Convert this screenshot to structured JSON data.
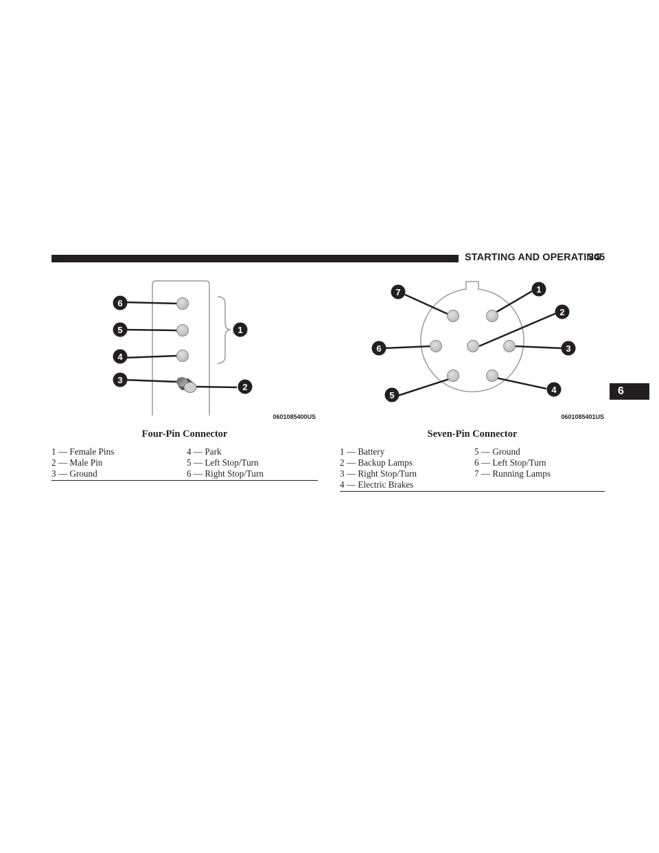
{
  "header": {
    "section_title": "STARTING AND OPERATING",
    "page_number": "345"
  },
  "chapter_tab": "6",
  "figures": {
    "four_pin": {
      "callouts": [
        "6",
        "5",
        "4",
        "3",
        "2",
        "1"
      ],
      "figure_code": "0601085400US",
      "caption": "Four-Pin Connector",
      "legend": {
        "col1": [
          "1 — Female Pins",
          "2 — Male Pin",
          "3 — Ground"
        ],
        "col2": [
          "4 — Park",
          "5 — Left Stop/Turn",
          "6 — Right Stop/Turn"
        ]
      }
    },
    "seven_pin": {
      "callouts": [
        "7",
        "1",
        "2",
        "6",
        "3",
        "5",
        "4"
      ],
      "figure_code": "0601085401US",
      "caption": "Seven-Pin Connector",
      "legend": {
        "col1": [
          "1 — Battery",
          "2 — Backup Lamps",
          "3 — Right Stop/Turn",
          "4 — Electric Brakes"
        ],
        "col2": [
          "5 — Ground",
          "6 — Left Stop/Turn",
          "7 — Running Lamps"
        ]
      }
    }
  }
}
